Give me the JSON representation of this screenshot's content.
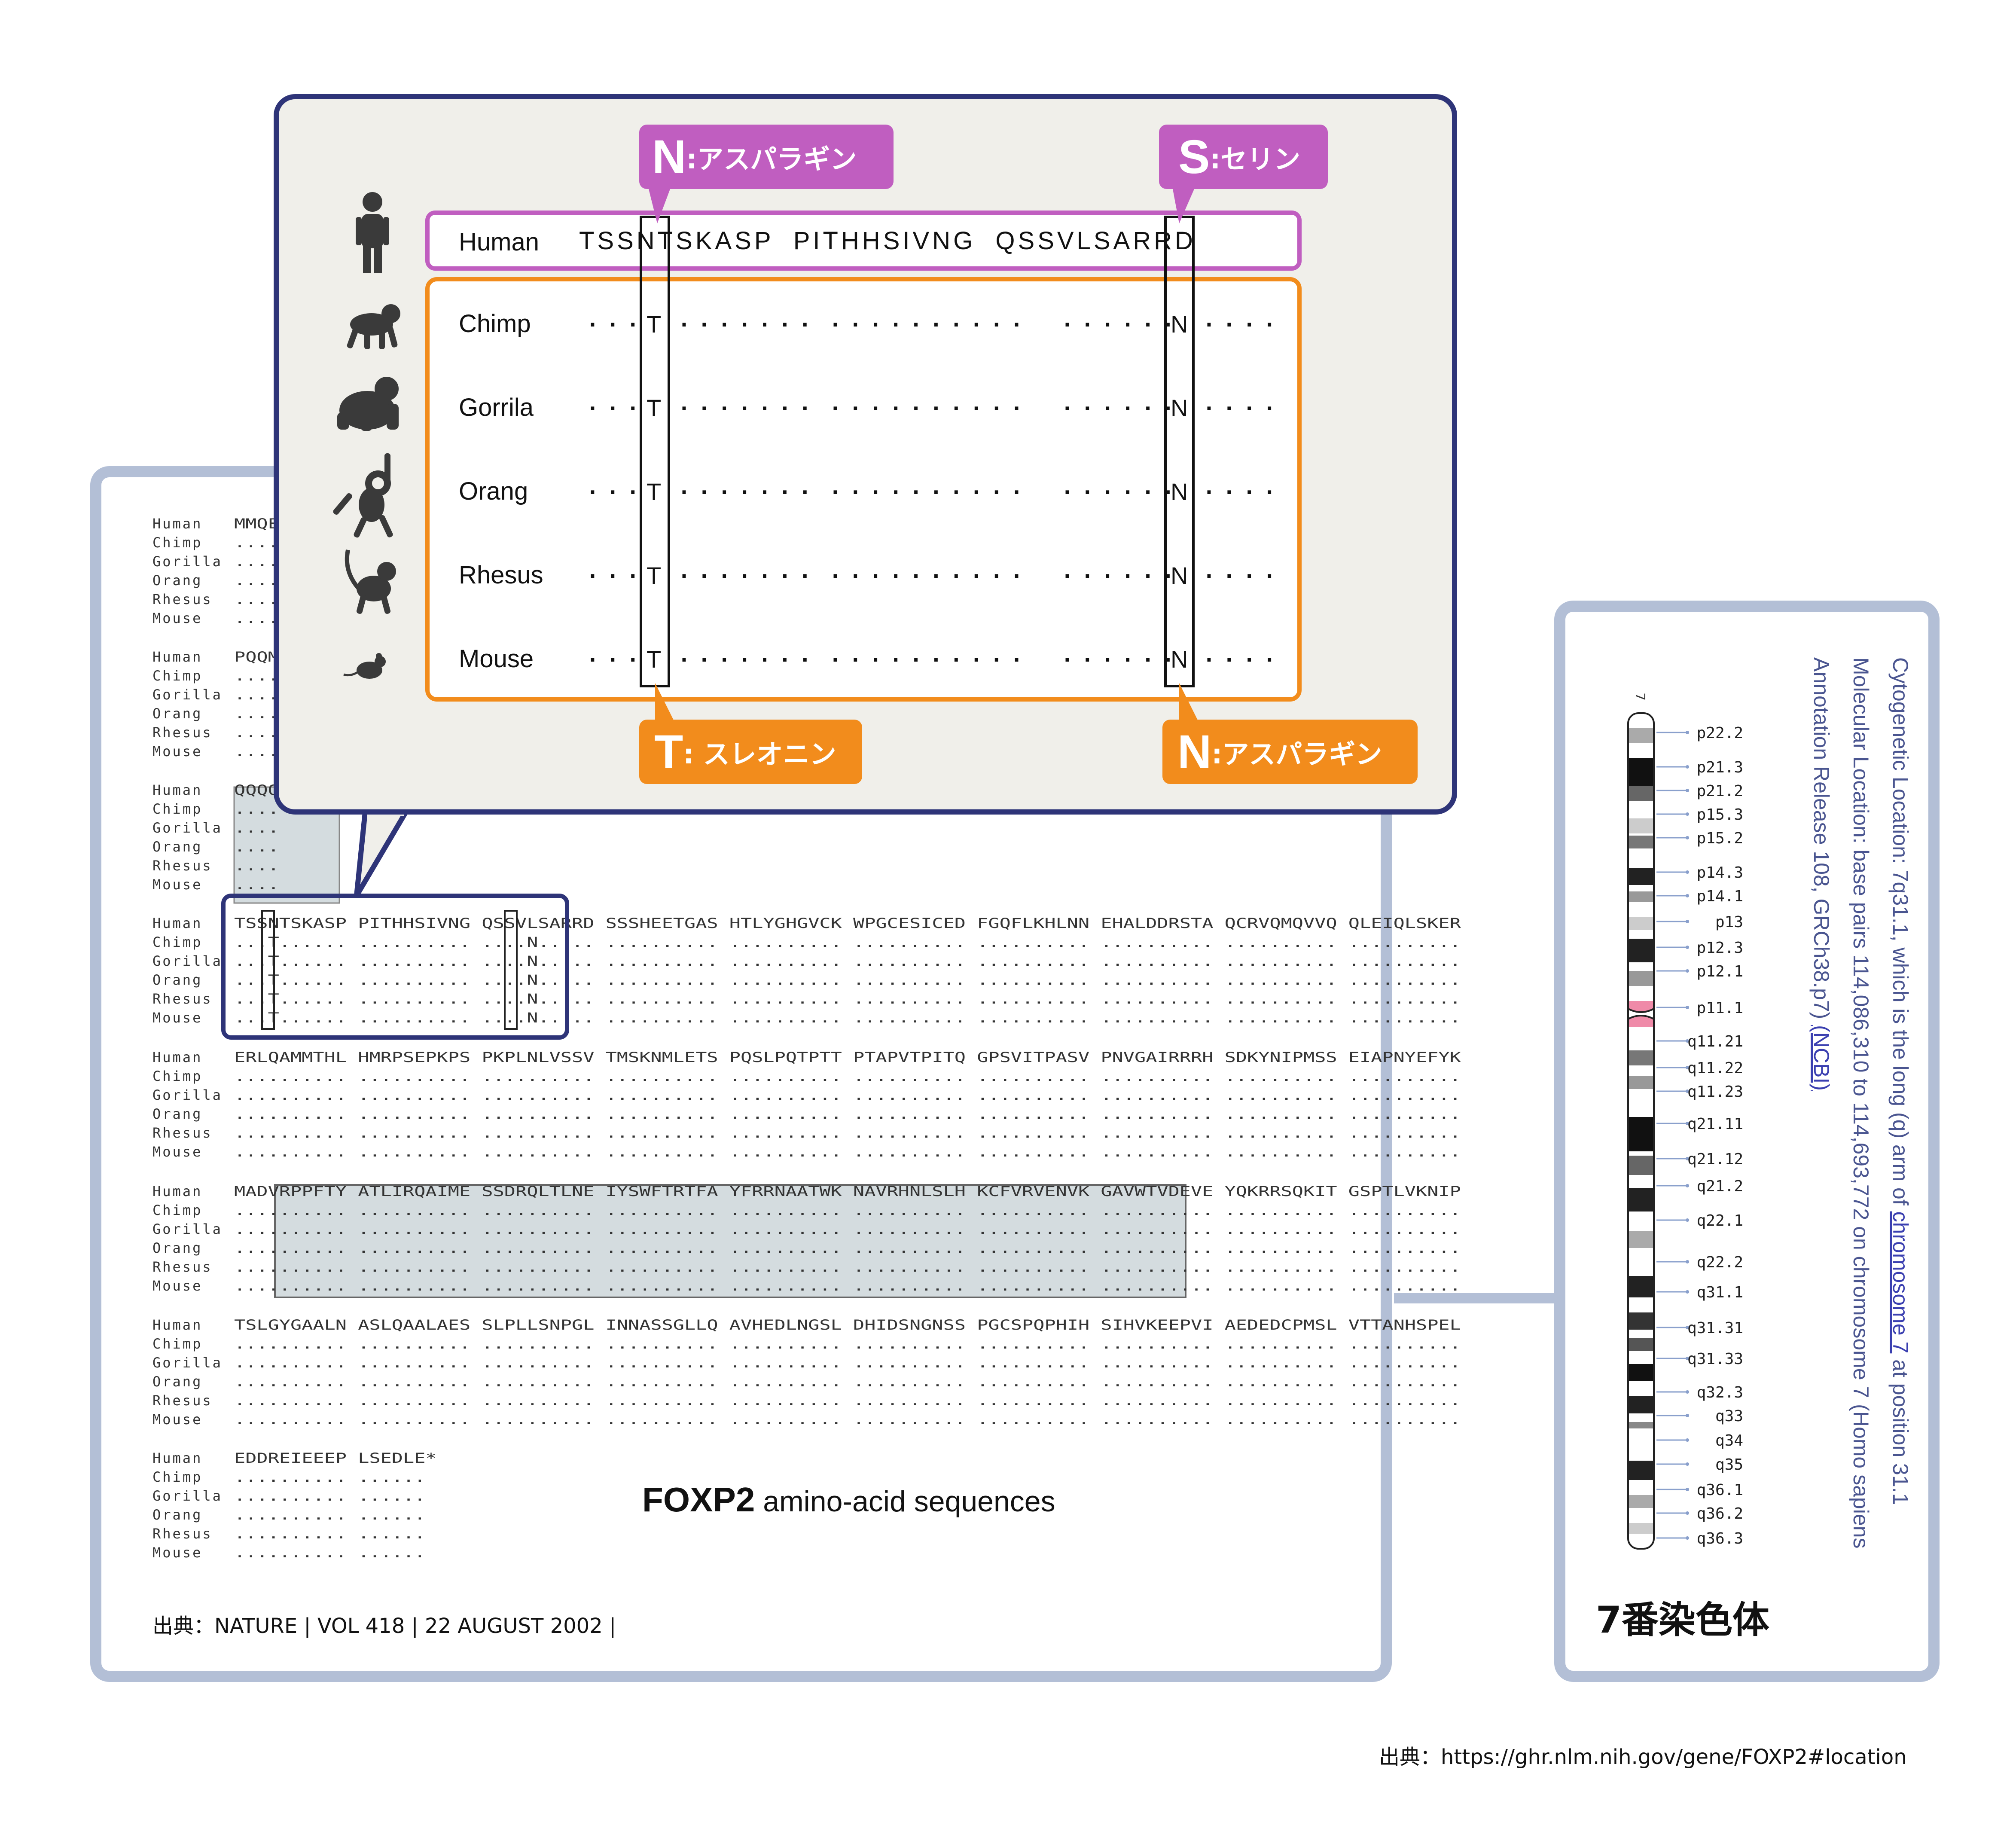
{
  "alignment": {
    "species": [
      "Human",
      "Chimp",
      "Gorilla",
      "Orang",
      "Rhesus",
      "Mouse"
    ],
    "blocks": [
      {
        "human": "MMQE"
      },
      {
        "human": "PQQM"
      },
      {
        "human": "QQQQ"
      },
      {
        "human": "TSSNTSKASP PITHHSIVNG QSSVLSARRD SSSHEETGAS HTLYGHGVCK WPGCESICED FGQFLKHLNN EHALDDRSTA QCRVQMQVVQ QLEIQLSKER"
      },
      {
        "human": "ERLQAMMTHL HMRPSEPKPS PKPLNLVSSV TMSKNMLETS PQSLPQTPTT PTAPVTPITQ GPSVITPASV PNVGAIRRRH SDKYNIPMSS EIAPNYEFYK"
      },
      {
        "human": "MADVRPPFTY ATLIRQAIME SSDRQLTLNE IYSWFTRTFA YFRRNAATWK NAVRHNLSLH KCFVRVENVK GAVWTVDEVE YQKRRSQKIT GSPTLVKNIP"
      },
      {
        "human": "TSLGYGAALN ASLQAALAES SLPLLSNPGL INNASSGLLQ AVHEDLNGSL DHIDSNGNSS PGCSPQPHIH SIHVKEEPVI AEDEDCPMSL VTTANHSPEL"
      },
      {
        "human": "EDDREIEEEP LSEDLE*"
      }
    ],
    "title_bold": "FOXP2",
    "title_rest": " amino-acid sequences",
    "source": "出典：NATURE | VOL 418 | 22 AUGUST 2002 |"
  },
  "zoom": {
    "human_label": "Human",
    "human_seq": "TSSNTSKASP  PITHHSIVNG  QSSVLSARRD",
    "species": [
      {
        "name": "Chimp",
        "icon": "chimp-icon"
      },
      {
        "name": "Gorrila",
        "icon": "gorilla-icon"
      },
      {
        "name": "Orang",
        "icon": "orangutan-icon"
      },
      {
        "name": "Rhesus",
        "icon": "rhesus-icon"
      },
      {
        "name": "Mouse",
        "icon": "mouse-icon"
      }
    ],
    "sub_t": "T",
    "sub_n": "N",
    "label_n_top_letter": "N",
    "label_n_top_text": ":アスパラギン",
    "label_s_top_letter": "S",
    "label_s_top_text": ":セリン",
    "label_t_bottom_letter": "T",
    "label_t_bottom_text": ": スレオニン",
    "label_n_bottom_letter": "N",
    "label_n_bottom_text": ":アスパラギン",
    "colors": {
      "human_box": "#c05ec0",
      "others_box": "#f28c1c",
      "callout_border": "#2e3478",
      "panel_border": "#b3bfd6"
    }
  },
  "chromosome": {
    "number_label": "7",
    "bands": [
      "p22.2",
      "p21.3",
      "p21.2",
      "p15.3",
      "p15.2",
      "p14.3",
      "p14.1",
      "p13",
      "p12.3",
      "p12.1",
      "p11.1",
      "q11.21",
      "q11.22",
      "q11.23",
      "q21.11",
      "q21.12",
      "q21.2",
      "q22.1",
      "q22.2",
      "q31.1",
      "q31.31",
      "q31.33",
      "q32.3",
      "q33",
      "q34",
      "q35",
      "q36.1",
      "q36.2",
      "q36.3"
    ],
    "cyto_line_1": "Cytogenetic Location: 7q31.1, which is the long (q) arm of ",
    "cyto_link_1": "chromosome 7",
    "cyto_line_1b": " at position 31.1",
    "mol_line_1": "Molecular Location: base pairs 114,086,310 to 114,693,772 on chromosome 7 (Homo sapiens",
    "mol_line_2": "Annotation Release 108, GRCh38.p7) ",
    "mol_link": "(NCBI)",
    "caption": "7番染色体"
  },
  "footer_source": "出典：https://ghr.nlm.nih.gov/gene/FOXP2#location"
}
